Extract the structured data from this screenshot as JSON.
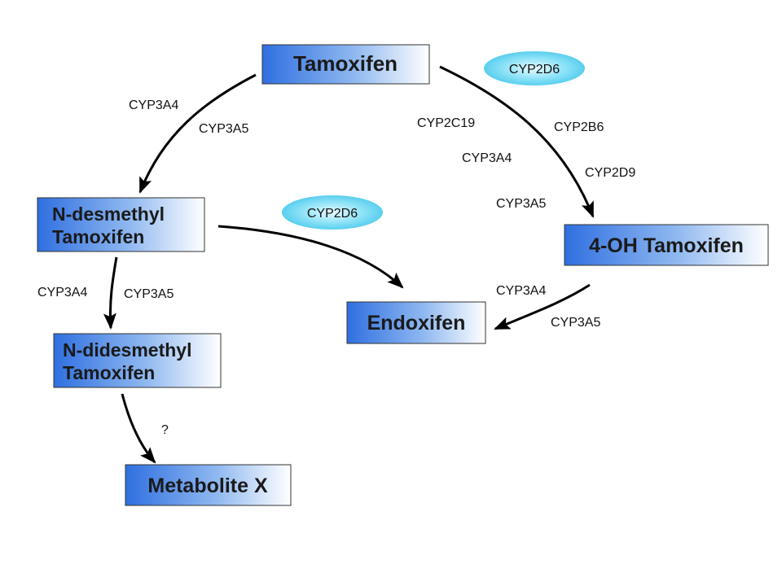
{
  "nodes": {
    "tamoxifen": "Tamoxifen",
    "n_desmethyl_line1": "N-desmethyl",
    "n_desmethyl_line2": "Tamoxifen",
    "four_oh": "4-OH Tamoxifen",
    "endoxifen": "Endoxifen",
    "n_didesmethyl_line1": "N-didesmethyl",
    "n_didesmethyl_line2": "Tamoxifen",
    "metabolite_x": "Metabolite X"
  },
  "enzymes": {
    "tam_to_ndes_1": "CYP3A4",
    "tam_to_ndes_2": "CYP3A5",
    "tam_to_4oh_cyp2d6": "CYP2D6",
    "tam_to_4oh_1": "CYP2C19",
    "tam_to_4oh_2": "CYP3A4",
    "tam_to_4oh_3": "CYP3A5",
    "tam_to_4oh_4": "CYP2B6",
    "tam_to_4oh_5": "CYP2D9",
    "ndes_to_endox_cyp2d6": "CYP2D6",
    "ndes_to_ndides_1": "CYP3A4",
    "ndes_to_ndides_2": "CYP3A5",
    "fouroh_to_endox_1": "CYP3A4",
    "fouroh_to_endox_2": "CYP3A5",
    "ndides_to_metx": "?"
  },
  "colors": {
    "box_light": "#ffffff",
    "box_dark": "#2f6fe0",
    "oval_fill": "#5fd3ef",
    "arrow": "#000000"
  }
}
